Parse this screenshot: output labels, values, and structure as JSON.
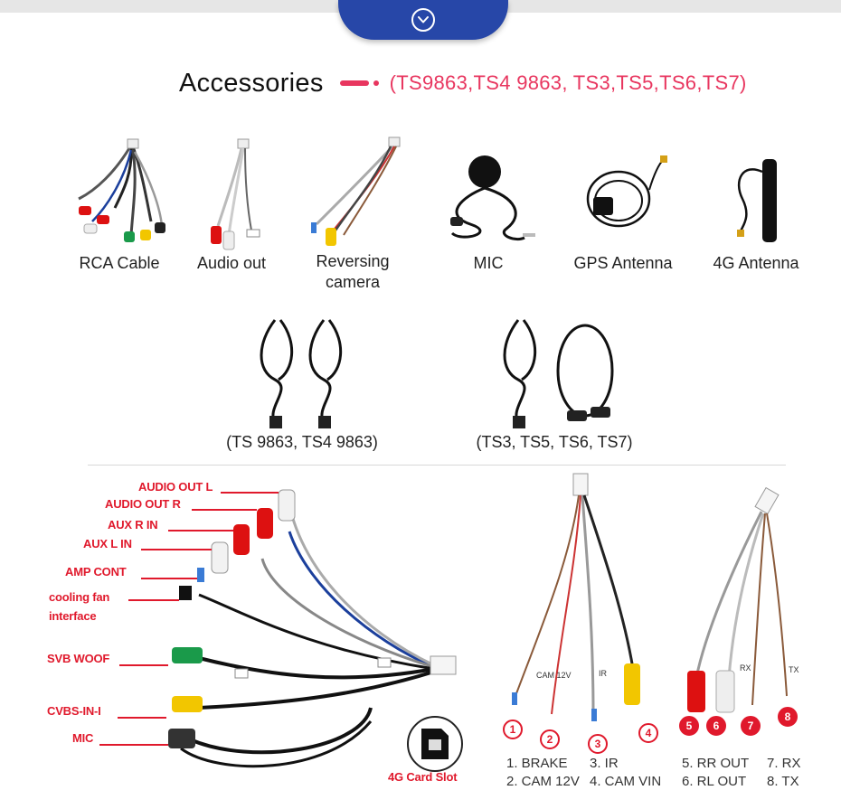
{
  "header": {
    "toggle_icon": "chevron-down-circle-icon",
    "title": "Accessories",
    "models": "(TS9863,TS4 9863, TS3,TS5,TS6,TS7)",
    "accent_color": "#e8365f",
    "tab_color": "#2747a8"
  },
  "accessories": [
    {
      "label": "RCA Cable"
    },
    {
      "label": "Audio out"
    },
    {
      "label": "Reversing\ncamera"
    },
    {
      "label": "MIC"
    },
    {
      "label": "GPS Antenna"
    },
    {
      "label": "4G Antenna"
    }
  ],
  "usb_cables": [
    {
      "label": "(TS 9863, TS4 9863)"
    },
    {
      "label": "(TS3, TS5, TS6, TS7)"
    }
  ],
  "rca_diagram": {
    "callouts": [
      "AUDIO OUT L",
      "AUDIO OUT R",
      "AUX R IN",
      "AUX L IN",
      "AMP CONT",
      "cooling fan\ninterface",
      "SVB WOOF",
      "CVBS-IN-I",
      "MIC"
    ],
    "card_slot_label": "4G Card Slot"
  },
  "pin_diagram": {
    "numbers": [
      "1",
      "2",
      "3",
      "4",
      "5",
      "6",
      "7",
      "8"
    ],
    "wire_tags": [
      "CAM 12V",
      "IR",
      "RX",
      "TX"
    ],
    "legend_left": [
      "1. BRAKE",
      "2. CAM 12V",
      "3. IR",
      "4. CAM VIN"
    ],
    "legend_right": [
      "5. RR OUT",
      "6. RL OUT",
      "7. RX",
      "8. TX"
    ]
  }
}
